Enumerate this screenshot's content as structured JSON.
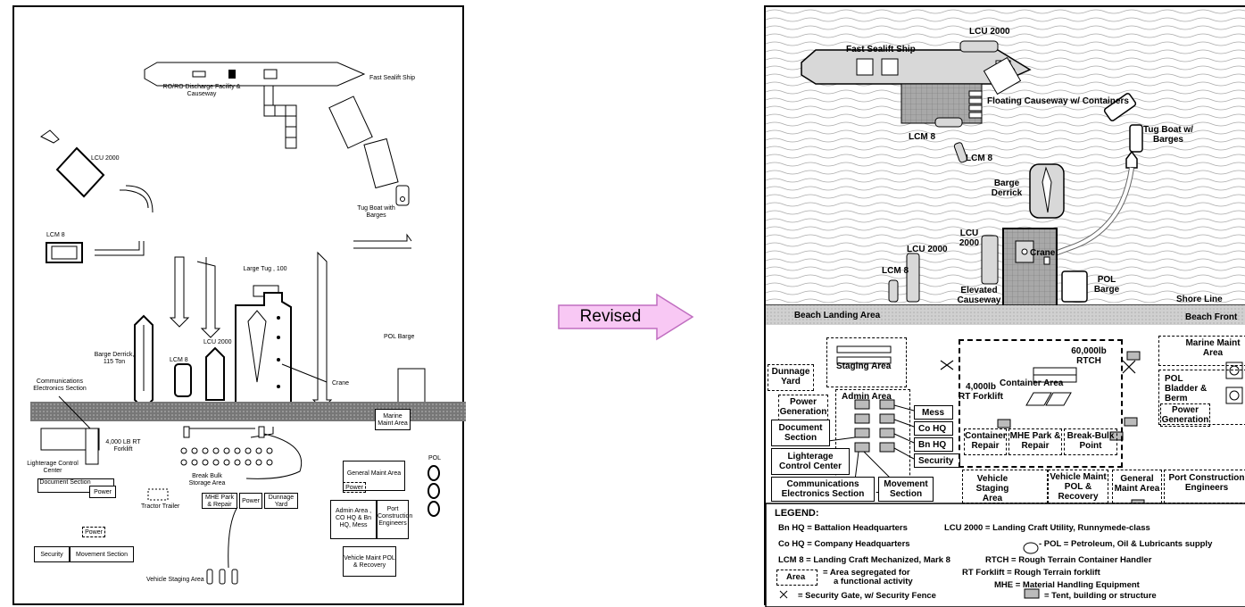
{
  "left": {
    "fast_sealift_ship": "Fast Sealift Ship",
    "roro": "RO/RO Discharge Facility & Causeway",
    "lcu2000_a": "LCU 2000",
    "lcm8": "LCM 8",
    "tug": "Tug Boat with Barges",
    "large_tug": "Large Tug , 100",
    "barge_derrick": "Barge Derrick, 115 Ton",
    "lcm8_b": "LCM 8",
    "lcu2000_b": "LCU 2000",
    "crane": "Crane",
    "pol_barge": "POL Barge",
    "comms": "Communications Electronics Section",
    "forklift": "4,000 LB RT Forklift",
    "marine": "Marine Maint Area",
    "lightering": "Lighterage Control Center",
    "document": "Document Section",
    "power1": "Power",
    "breakbulk": "Break Bulk Storage Area",
    "mhe": "MHE Park & Repair",
    "power2": "Power",
    "dunnage": "Dunnage Yard",
    "tractor": "Tractor Trailer",
    "general": "General Maint Area",
    "power3": "Power",
    "admin": "Admin Area , CO HQ & Bn HQ, Mess",
    "port": "Port Construction Engineers",
    "pol": "POL",
    "power4": "Power",
    "security": "Security",
    "movement": "Movement Section",
    "vehicle_maint": "Vehicle Maint POL & Recovery",
    "vehicle_staging": "Vehicle Staging Area"
  },
  "center": {
    "revised": "Revised"
  },
  "right": {
    "lcu2000_top": "LCU 2000",
    "fast_sealift_ship": "Fast Sealift Ship",
    "floating_causeway": "Floating Causeway w/ Containers",
    "tug": "Tug Boat w/ Barges",
    "lcm8_a": "LCM 8",
    "lcm8_b": "LCM 8",
    "barge_derrick": "Barge Derrick",
    "lcu2000_mid": "LCU 2000",
    "crane": "Crane",
    "lcu2000_left": "LCU 2000",
    "lcm8_c": "LCM 8",
    "pol_barge": "POL Barge",
    "elevated": "Elevated Causeway",
    "shore_line": "Shore Line",
    "beach_landing": "Beach Landing Area",
    "beach_front": "Beach Front",
    "staging_area": "Staging Area",
    "dunnage": "Dunnage Yard",
    "admin_area": "Admin Area",
    "power_gen": "Power Generation",
    "mess": "Mess",
    "co_hq": "Co HQ",
    "bn_hq": "Bn HQ",
    "security": "Security",
    "document": "Document Section",
    "lighterage": "Lighterage Control Center",
    "comms": "Communications Electronics Section",
    "movement": "Movement Section",
    "rtch": "60,000lb RTCH",
    "container_area": "Container Area",
    "rt_forklift": "4,000lb RT Forklift",
    "container_repair": "Container Repair",
    "mhe_park": "MHE Park & Repair",
    "break_bulk": "Break-Bulk Point",
    "marine": "Marine Maint Area",
    "pol_bladder": "POL Bladder & Berm",
    "power_gen2": "Power Generation",
    "vehicle_staging": "Vehicle Staging Area",
    "vehicle_maint": "Vehicle Maint POL & Recovery",
    "general_maint": "General Maint Area",
    "port_construction": "Port Construction Engineers"
  },
  "legend": {
    "title": "LEGEND:",
    "bn_hq": "Bn HQ = Battalion Headquarters",
    "co_hq": "Co HQ = Company Headquarters",
    "lcm8": "LCM 8 = Landing Craft Mechanized, Mark 8",
    "area_word": "Area",
    "area_desc_1": "= Area segregated for",
    "area_desc_2": "a functional activity",
    "gate": "= Security Gate, w/ Security Fence",
    "lcu2000": "LCU 2000 = Landing Craft Utility, Runnymede-class",
    "pol": "- POL = Petroleum, Oil & Lubricants supply",
    "rtch": "RTCH = Rough Terrain Container Handler",
    "rt_forklift": "RT Forklift = Rough Terrain forklift",
    "mhe": "MHE = Material Handling Equipment",
    "tent": "= Tent, building or structure"
  }
}
